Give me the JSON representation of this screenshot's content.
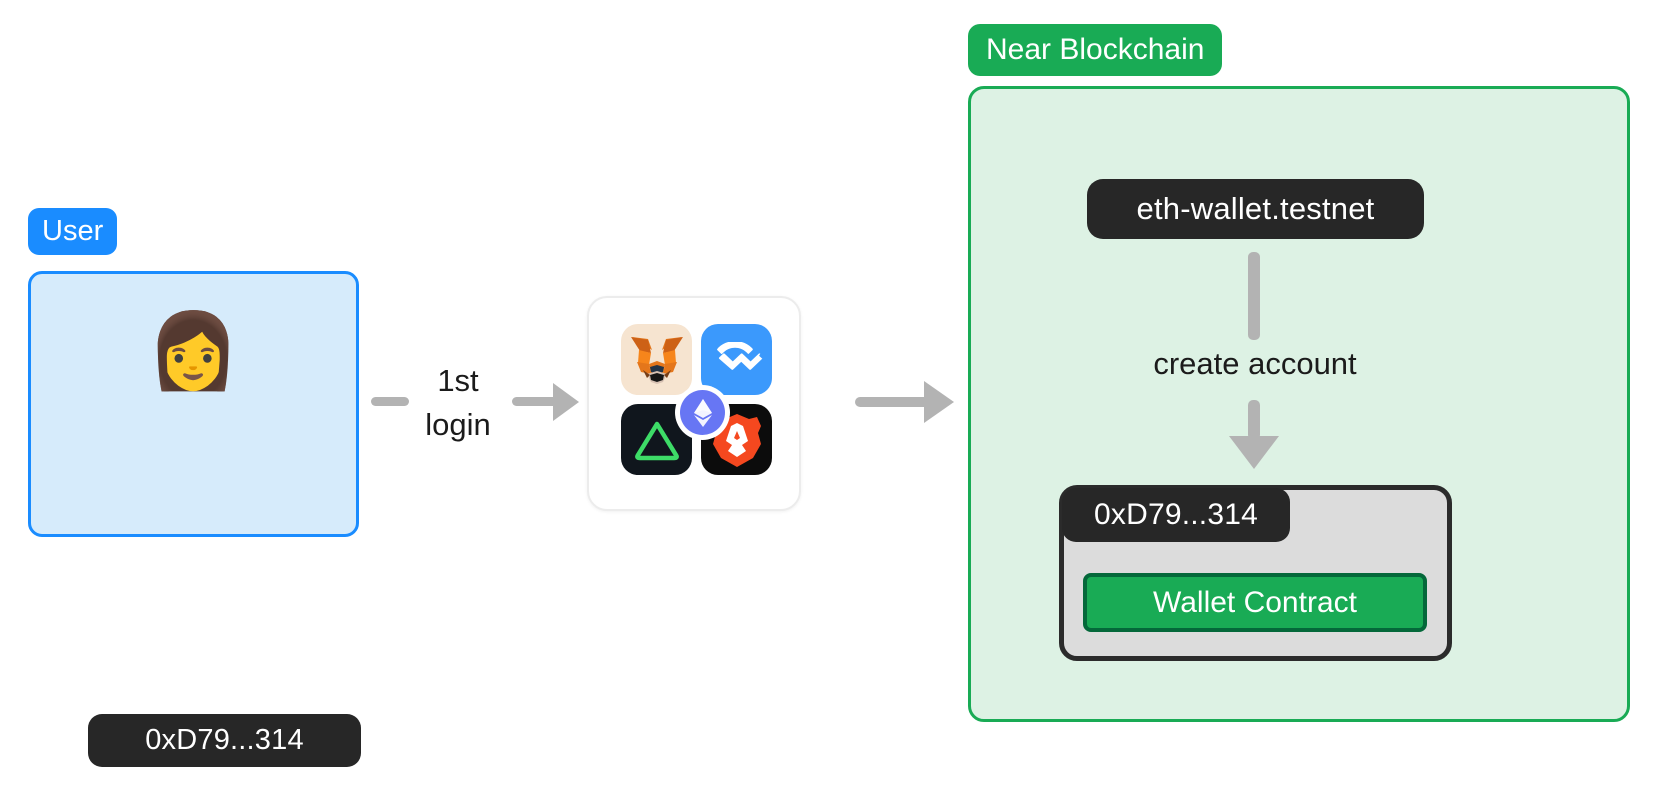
{
  "diagram": {
    "title": "NEAR wallet account creation flow",
    "colors": {
      "user_accent": "#1a8cff",
      "user_fill": "#d6ebfb",
      "near_accent": "#19ab55",
      "near_fill": "#ddf2e4",
      "pill_dark": "#272727",
      "arrow_grey": "#b3b3b3",
      "contract_fill": "#dcdcdc",
      "contract_border": "#2b2b2b",
      "button_border": "#04683a"
    }
  },
  "user_group": {
    "badge_label": "User",
    "avatar_icon": "person-emoji",
    "address_label": "0xD79...314"
  },
  "connector": {
    "label_line1": "1st",
    "label_line2": "login",
    "stub_icon": "line-segment",
    "arrow_icon": "arrow-right-icon"
  },
  "wallets": {
    "items": [
      {
        "name": "MetaMask",
        "icon": "metamask-icon"
      },
      {
        "name": "WalletConnect",
        "icon": "walletconnect-icon"
      },
      {
        "name": "Rainbow",
        "icon": "rainbow-wallet-icon"
      },
      {
        "name": "Brave Wallet",
        "icon": "brave-icon"
      }
    ],
    "badge": {
      "name": "Ethereum",
      "icon": "ethereum-icon"
    }
  },
  "chain_arrow": {
    "icon": "arrow-right-icon"
  },
  "near_group": {
    "badge_label": "Near Blockchain",
    "account_pill_label": "eth-wallet.testnet",
    "connector_line_icon": "vertical-line",
    "action_label": "create account",
    "down_arrow_icon": "arrow-down-icon",
    "contract": {
      "address_label": "0xD79...314",
      "button_label": "Wallet Contract"
    }
  }
}
